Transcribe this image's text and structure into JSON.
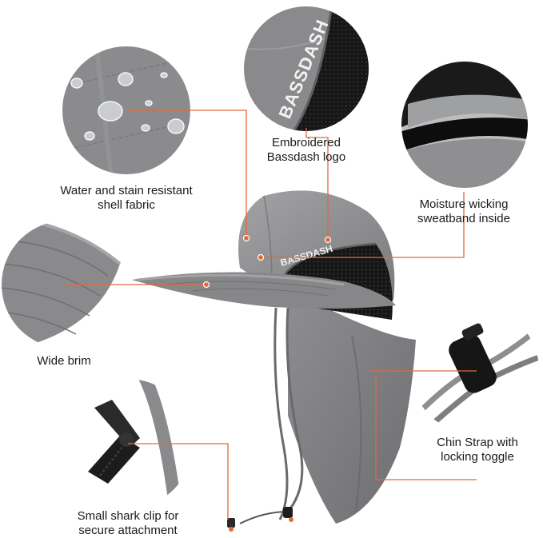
{
  "callouts": {
    "water": {
      "line1": "Water and stain resistant",
      "line2": "shell fabric"
    },
    "logo": {
      "line1": "Embroidered",
      "line2": "Bassdash logo"
    },
    "sweatband": {
      "line1": "Moisture wicking",
      "line2": "sweatband inside"
    },
    "brim": {
      "line1": "Wide brim"
    },
    "chinstrap": {
      "line1": "Chin Strap with",
      "line2": "locking toggle"
    },
    "clip": {
      "line1": "Small shark clip for",
      "line2": "secure attachment"
    }
  },
  "brand": {
    "logo_text": "BASSDASH"
  },
  "colors": {
    "accent": "#e06a3a",
    "hat_gray": "#8d8d8f",
    "hat_dark": "#6f6f72",
    "mesh_black": "#121212",
    "shadow_gray": "#dcdcdc"
  }
}
